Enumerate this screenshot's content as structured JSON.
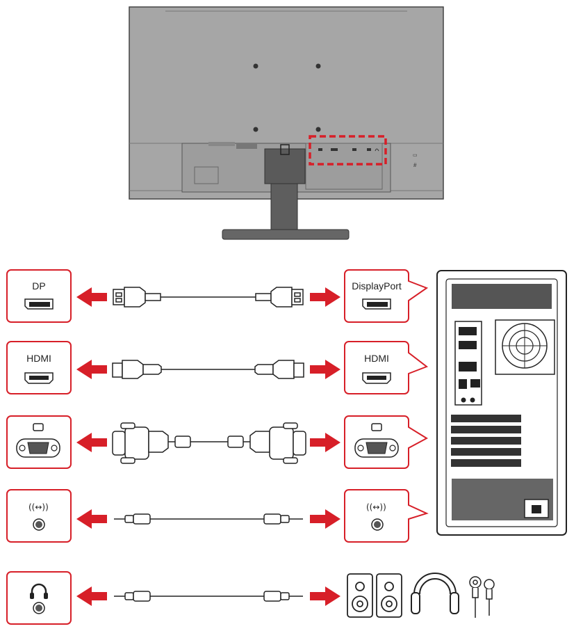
{
  "colors": {
    "accent_red": "#d71f28",
    "monitor_body": "#a7a7a7",
    "outline": "#333333",
    "panel_border": "#d71f28"
  },
  "monitor_ports_labels": {
    "dp": "DP",
    "hdmi": "HDMI"
  },
  "source_port_labels": {
    "displayport": "DisplayPort",
    "hdmi": "HDMI"
  },
  "icons": [
    "displayport-port-icon",
    "hdmi-port-icon",
    "vga-port-icon",
    "audio-in-icon",
    "headphone-icon",
    "speaker-icon",
    "headset-icon",
    "earbuds-icon",
    "pc-tower-icon"
  ]
}
